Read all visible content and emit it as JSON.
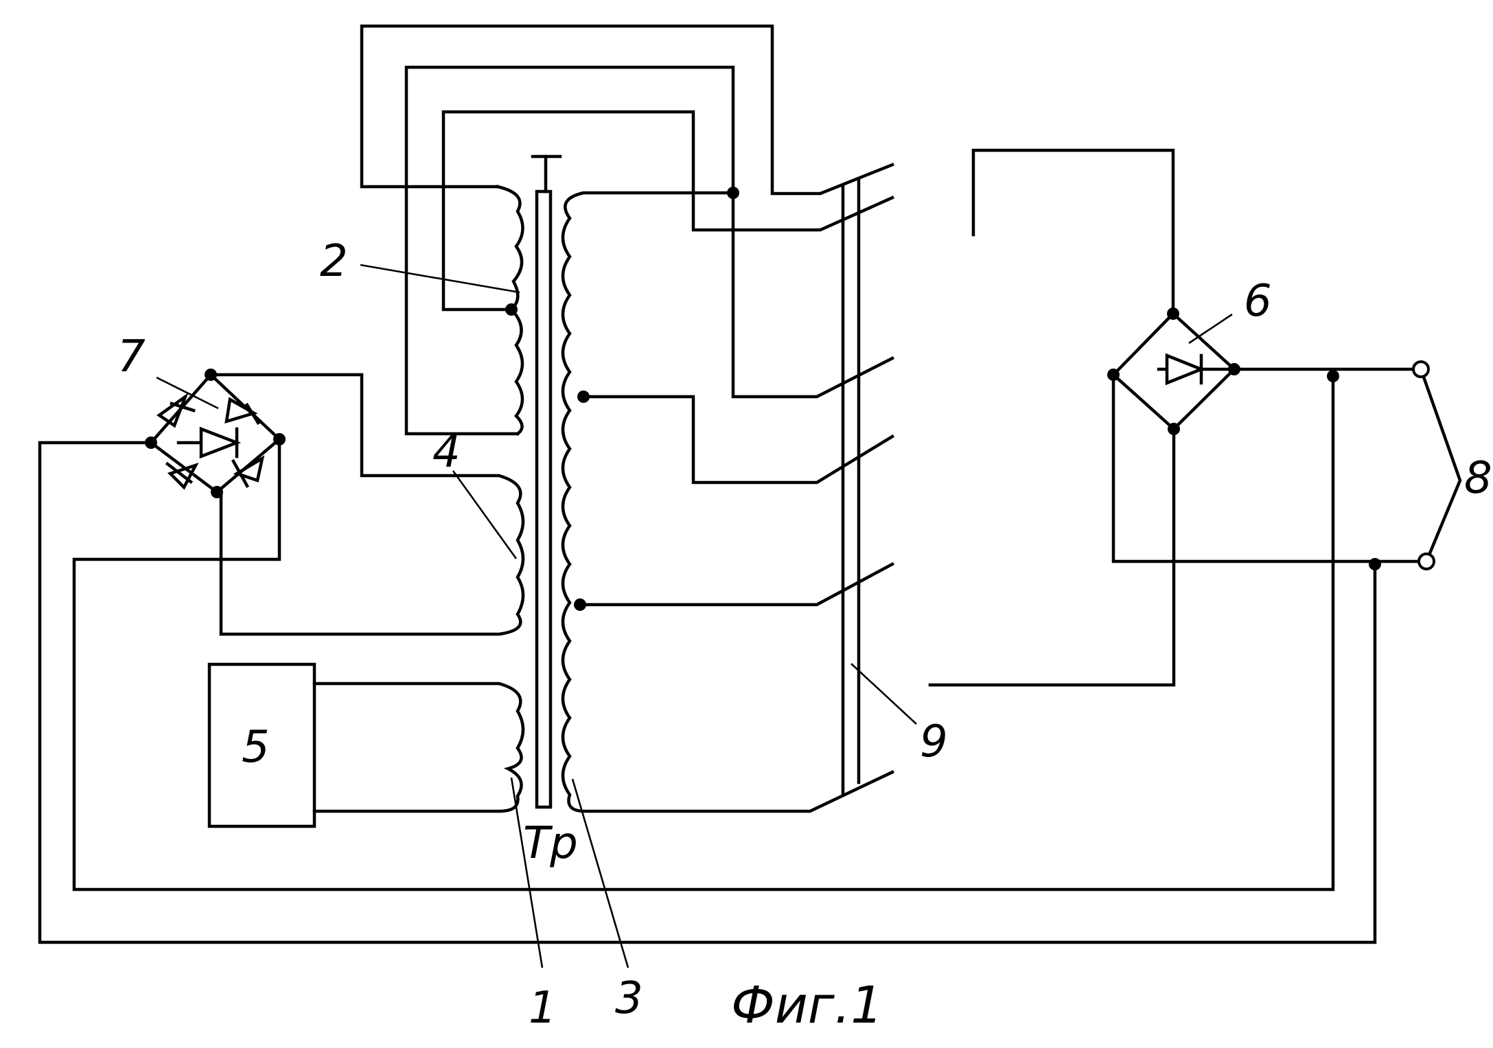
{
  "diagram": {
    "labels": {
      "winding_1": "1",
      "winding_2": "2",
      "winding_3": "3",
      "winding_4": "4",
      "block_5": "5",
      "bridge_6": "6",
      "bridge_7": "7",
      "terminals_8": "8",
      "switch_9": "9",
      "transformer": "Тр"
    },
    "caption": "Фиг.1"
  }
}
